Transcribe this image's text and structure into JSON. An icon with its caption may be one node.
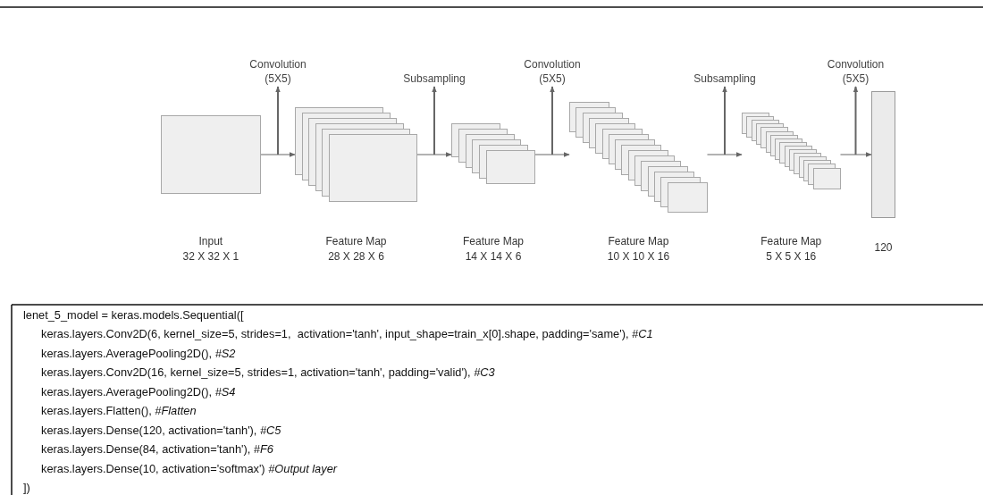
{
  "diagram": {
    "nodes": [
      {
        "text": [],
        "shape": "box",
        "beside": [
          "Input",
          "32 X 32 X 1"
        ]
      },
      {
        "text": [],
        "shape": "box",
        "beside": [
          "Feature Map",
          "28 X 28 X 6"
        ]
      },
      {
        "text": [],
        "shape": "box",
        "beside": [
          "Feature Map",
          "14 X 14 X 6"
        ]
      },
      {
        "text": [],
        "shape": "box",
        "beside": [
          "Feature Map",
          "10 X 10 X 16"
        ]
      },
      {
        "text": [],
        "shape": "box",
        "beside": [
          "Feature Map",
          "5 X 5 X 16"
        ]
      },
      {
        "text": [],
        "shape": "bar",
        "beside": [
          "120"
        ]
      },
      {
        "text": [
          "Convolution (5X5)"
        ]
      },
      {
        "text": [
          "Subsampling"
        ]
      },
      {
        "text": [
          "Convolution (5X5)"
        ]
      },
      {
        "text": [
          "Subsampling"
        ]
      },
      {
        "text": [
          "Convolution (5X5)"
        ]
      }
    ],
    "edges": [
      {
        "from": 0,
        "to": 1,
        "arrow": "to"
      },
      {
        "from": 1,
        "to": 2,
        "arrow": "to"
      },
      {
        "from": 2,
        "to": 3,
        "arrow": "to"
      },
      {
        "from": 3,
        "to": 4,
        "arrow": "to"
      },
      {
        "from": 4,
        "to": 5,
        "arrow": "to"
      },
      {
        "from": null,
        "to": 6,
        "arrow": "to"
      },
      {
        "from": null,
        "to": 7,
        "arrow": "to"
      },
      {
        "from": null,
        "to": 8,
        "arrow": "to"
      },
      {
        "from": null,
        "to": 9,
        "arrow": "to"
      },
      {
        "from": null,
        "to": 10,
        "arrow": "to"
      }
    ],
    "labels": [
      "lenet_5_model = keras.models.Sequential([",
      "keras.layers.Conv2D(6, kernel_size=5, strides=1,  activation='tanh', input_shape=train_x[0].shape, padding='same'), *#C1*",
      "keras.layers.AveragePooling2D(), *#S2*",
      "keras.layers.Conv2D(16, kernel_size=5, strides=1, activation='tanh', padding='valid'), *#C3*",
      "keras.layers.AveragePooling2D(), *#S4*",
      "keras.layers.Flatten(), *#Flatten*",
      "keras.layers.Dense(120, activation='tanh'), *#C5*",
      "keras.layers.Dense(84, activation='tanh'), *#F6*",
      "keras.layers.Dense(10, activation='softmax') *#Output layer*",
      "])"
    ]
  }
}
